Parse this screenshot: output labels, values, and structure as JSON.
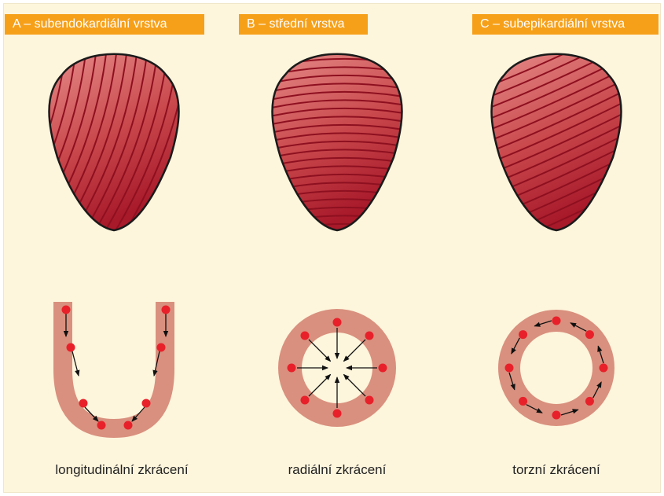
{
  "colors": {
    "background": "#fdf5dc",
    "tab": "#f6a01a",
    "muscle_light": "#e07c7a",
    "muscle_dark": "#a8192a",
    "tissue": "#d9907e",
    "dot": "#e8202a"
  },
  "panels": [
    {
      "tab_label": "A – subendokardiální vrstva",
      "fiber_orientation": "longitudinal",
      "caption": "longitudinální zkrácení"
    },
    {
      "tab_label": "B – střední vrstva",
      "fiber_orientation": "circumferential",
      "caption": "radiální zkrácení"
    },
    {
      "tab_label": "C – subepikardiální vrstva",
      "fiber_orientation": "oblique",
      "caption": "torzní zkrácení"
    }
  ]
}
